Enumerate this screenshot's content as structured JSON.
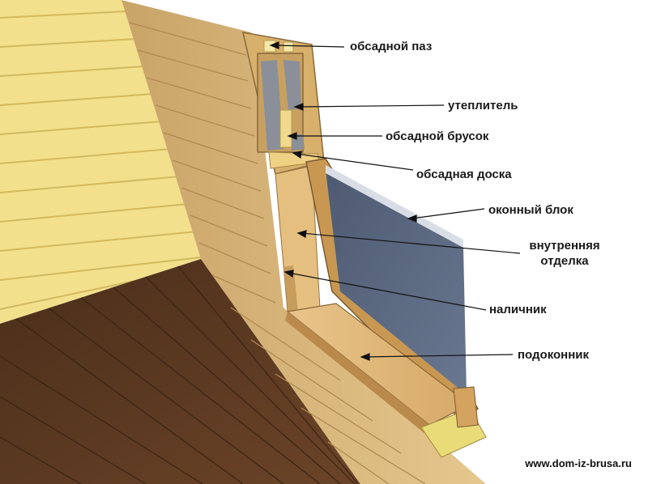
{
  "labels": {
    "obsadnoy_paz": "обсадной паз",
    "uteplitel": "утеплитель",
    "obsadnoy_brusok": "обсадной брусок",
    "obsadnaya_doska": "обсадная доска",
    "okonny_blok": "оконный блок",
    "vnutrennyaya_line1": "внутренняя",
    "vnutrennyaya_line2": "отделка",
    "nalichnik": "наличник",
    "podokonnik": "подоконник"
  },
  "watermark": "www.dom-iz-brusa.ru",
  "colors": {
    "siding": "#f2e08c",
    "wall": "#e2c184",
    "floor": "#5a3a22",
    "glass": "#5d6a80",
    "insulation": "#8a8f99",
    "frame": "#c89852"
  }
}
